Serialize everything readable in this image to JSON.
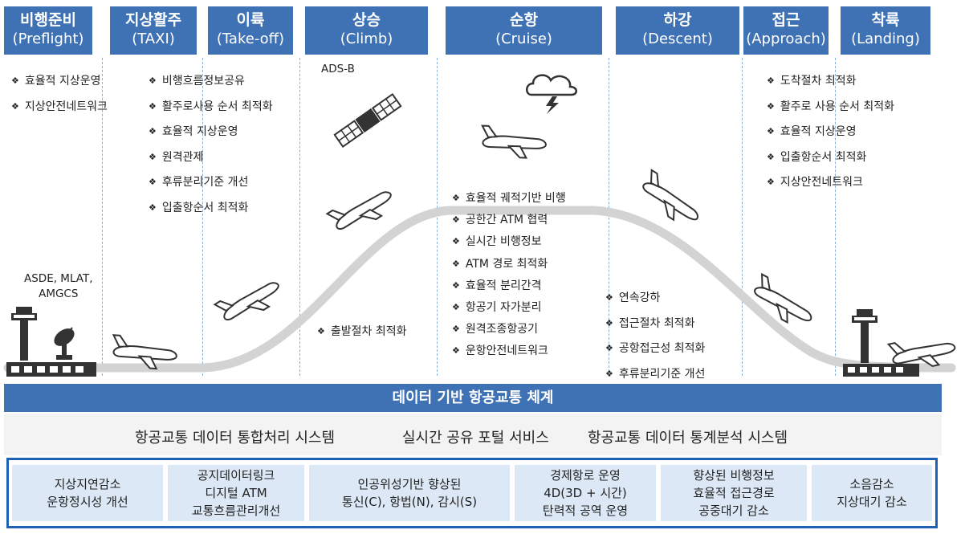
{
  "phases": [
    {
      "ko": "비행준비",
      "en": "(Preflight)"
    },
    {
      "ko": "지상활주",
      "en": "(TAXI)"
    },
    {
      "ko": "이륙",
      "en": "(Take-off)"
    },
    {
      "ko": "상승",
      "en": "(Climb)"
    },
    {
      "ko": "순항",
      "en": "(Cruise)"
    },
    {
      "ko": "하강",
      "en": "(Descent)"
    },
    {
      "ko": "접근",
      "en": "(Approach)"
    },
    {
      "ko": "착륙",
      "en": "(Landing)"
    }
  ],
  "lists": {
    "preflight": [
      "효율적 지상운영",
      "지상안전네트워크"
    ],
    "taxi": [
      "비행흐름정보공유",
      "활주로사용 순서 최적화",
      "효율적 지상운영",
      "원격관제",
      "후류분리기준 개선",
      "입출항순서 최적화"
    ],
    "approach": [
      "도착절차 최적화",
      "활주로 사용 순서 최적화",
      "효율적 지상운영",
      "입출항순서 최적화",
      "지상안전네트워크"
    ],
    "cruise": [
      "효율적 궤적기반 비행",
      "공한간 ATM 협력",
      "실시간 비행정보",
      "ATM 경로 최적화",
      "효율적 분리간격",
      "항공기 자가분리",
      "원격조종항공기",
      "운항안전네트워크"
    ],
    "descent": [
      "연속강하",
      "접근절차 최적화",
      "공항접근성 최적화",
      "후류분리기준 개선"
    ],
    "climb": [
      "출발절차 최적화"
    ]
  },
  "labels": {
    "adsb": "ADS-B",
    "asde_line1": "ASDE, MLAT,",
    "asde_line2": "AMGCS"
  },
  "band_title": "데이터 기반 항공교통 체계",
  "systems": [
    "항공교통 데이터 통합처리 시스템",
    "실시간 공유 포털 서비스",
    "항공교통 데이터 통계분석 시스템"
  ],
  "benefits": [
    [
      "지상지연감소",
      "운항정시성 개선"
    ],
    [
      "공지데이터링크",
      "디지털 ATM",
      "교통흐름관리개선"
    ],
    [
      "인공위성기반 향상된",
      "통신(C), 항법(N), 감시(S)"
    ],
    [
      "경제항로 운영",
      "4D(3D + 시간)",
      "탄력적 공역 운영"
    ],
    [
      "향상된 비행정보",
      "효율적 접근경로",
      "공중대기 감소"
    ],
    [
      "소음감소",
      "지상대기 감소"
    ]
  ],
  "colors": {
    "header": "#3f72b4",
    "benefit_bg": "#dce8f6",
    "border": "#1f5fb4",
    "profile": "#d3d3d3"
  },
  "icons": [
    "control-tower-icon",
    "radar-dish-icon",
    "airplane-icon",
    "satellite-icon",
    "storm-cloud-icon"
  ]
}
